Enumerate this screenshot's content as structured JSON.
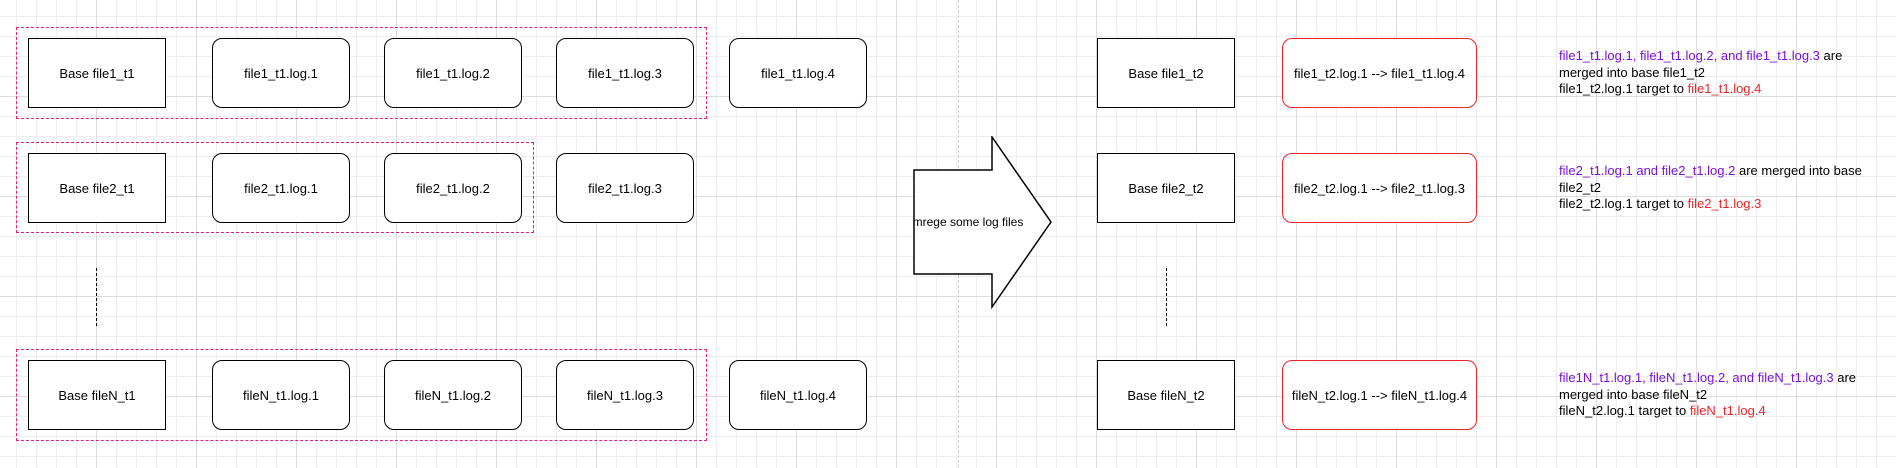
{
  "before": {
    "rows": [
      {
        "base": "Base file1_t1",
        "logs": [
          "file1_t1.log.1",
          "file1_t1.log.2",
          "file1_t1.log.3",
          "file1_t1.log.4"
        ]
      },
      {
        "base": "Base file2_t1",
        "logs": [
          "file2_t1.log.1",
          "file2_t1.log.2",
          "file2_t1.log.3"
        ]
      },
      {
        "base": "Base fileN_t1",
        "logs": [
          "fileN_t1.log.1",
          "fileN_t1.log.2",
          "fileN_t1.log.3",
          "fileN_t1.log.4"
        ]
      }
    ]
  },
  "arrow_label": "mrege some log files",
  "after": {
    "rows": [
      {
        "base": "Base file1_t2",
        "log": "file1_t2.log.1 --> file1_t1.log.4"
      },
      {
        "base": "Base file2_t2",
        "log": "file2_t2.log.1 --> file2_t1.log.3"
      },
      {
        "base": "Base fileN_t2",
        "log": "fileN_t2.log.1 --> fileN_t1.log.4"
      }
    ]
  },
  "notes": [
    {
      "merged": "file1_t1.log.1, file1_t1.log.2, and file1_t1.log.3",
      "merged_suffix": " are merged into base file1_t2",
      "target_prefix": "file1_t2.log.1 target to ",
      "target": "file1_t1.log.4"
    },
    {
      "merged": "file2_t1.log.1 and file2_t1.log.2",
      "merged_suffix": " are merged into base file2_t2",
      "target_prefix": "file2_t2.log.1 target to ",
      "target": "file2_t1.log.3"
    },
    {
      "merged": "file1N_t1.log.1, fileN_t1.log.2, and fileN_t1.log.3",
      "merged_suffix": " are merged into base fileN_t2",
      "target_prefix": "fileN_t2.log.1 target to ",
      "target": "fileN_t1.log.4"
    }
  ],
  "colors": {
    "group_border": "#e0207a",
    "highlight_border": "#e8262a",
    "merged_text": "#7a12d8",
    "target_text": "#e8262a"
  }
}
